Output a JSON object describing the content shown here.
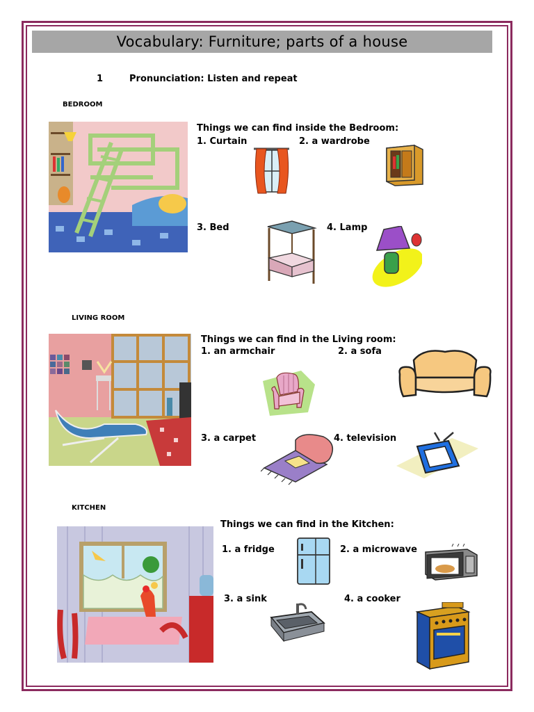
{
  "title": "Vocabulary:  Furniture; parts of a house",
  "exercise": {
    "number": "1",
    "instruction": "Pronunciation:  Listen and repeat"
  },
  "bedroom": {
    "label": "BEDROOM",
    "heading": "Things we can find inside the Bedroom:",
    "items": [
      "1.  Curtain",
      "2.   a wardrobe",
      "3.   Bed",
      "4. Lamp"
    ]
  },
  "living_room": {
    "label": "LIVING ROOM",
    "heading": "Things we can find in the Living room:",
    "items": [
      "1.   an armchair",
      "2.   a sofa",
      "3.   a carpet",
      "4.  television"
    ]
  },
  "kitchen": {
    "label": "KITCHEN",
    "heading": "Things we can find in the Kitchen:",
    "items": [
      "1.   a fridge",
      "2.  a microwave",
      "3.  a sink",
      "4. a cooker"
    ]
  },
  "colors": {
    "border": "#8b2a5e",
    "title_bar": "#a6a6a6"
  }
}
